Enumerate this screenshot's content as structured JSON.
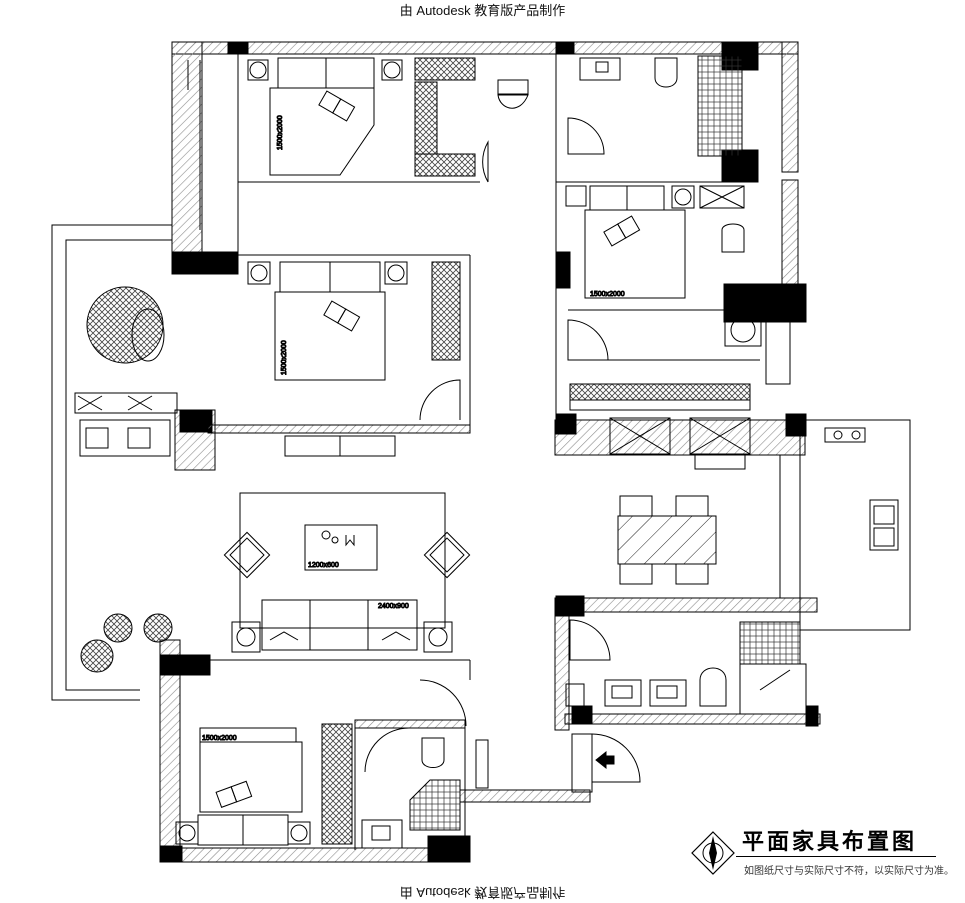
{
  "stamp": {
    "top": "由 Autodesk 教育版产品制作",
    "bottom": "由 Autodesk 教育版产品制作"
  },
  "title_block": {
    "title": "平面家具布置图",
    "subtitle": "如图纸尺寸与实际尺寸不符，以实际尺寸为准。",
    "icon": "compass-diamond-icon"
  },
  "labels": {
    "bed_master": "1500x2000",
    "bed_second": "1500x2000",
    "bed_third": "1500x2000",
    "bed_fourth": "1500x2000",
    "coffee_table": "1200x600",
    "sofa": "2400x900"
  },
  "colors": {
    "wall_fill": "#000000",
    "hatch": "#8c8c8c",
    "line": "#000000"
  }
}
